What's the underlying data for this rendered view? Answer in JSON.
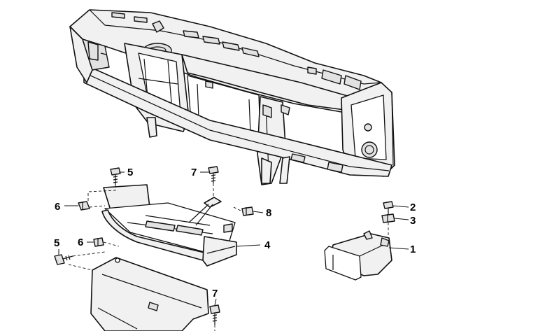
{
  "callouts": [
    {
      "id": "c1",
      "label": "1"
    },
    {
      "id": "c2",
      "label": "2"
    },
    {
      "id": "c3",
      "label": "3"
    },
    {
      "id": "c4",
      "label": "4"
    },
    {
      "id": "c5a",
      "label": "5"
    },
    {
      "id": "c5b",
      "label": "5"
    },
    {
      "id": "c6a",
      "label": "6"
    },
    {
      "id": "c6b",
      "label": "6"
    },
    {
      "id": "c7a",
      "label": "7"
    },
    {
      "id": "c7b",
      "label": "7"
    },
    {
      "id": "c8",
      "label": "8"
    }
  ]
}
